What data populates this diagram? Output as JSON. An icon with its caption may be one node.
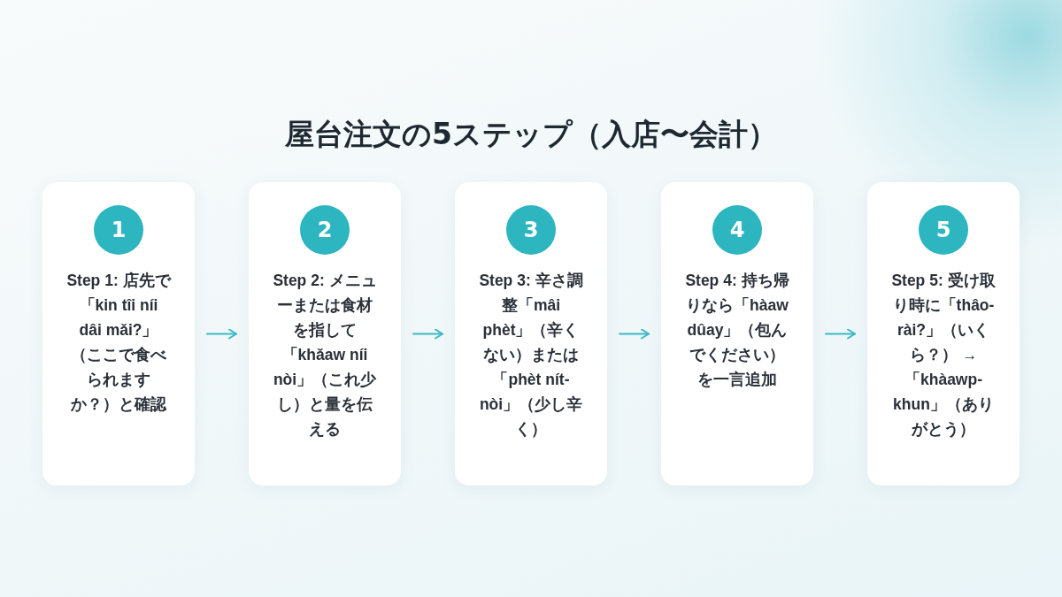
{
  "diagram": {
    "title": "屋台注文の5ステップ（入店〜会計）",
    "nodes": [
      {
        "text": [
          "Step 1: 店先で「kin tîi níi dâi mǎi?」（ここで食べられますか？）と確認"
        ]
      },
      {
        "text": [
          "1"
        ],
        "in": 0
      },
      {
        "text": [
          "Step 2: メニューまたは食材を指して「khǎaw níi nòi」（これ少し）と量を伝える"
        ]
      },
      {
        "text": [
          "2"
        ],
        "in": 2
      },
      {
        "text": [
          "Step 3: 辛さ調整「mâi phèt」（辛くない）または「phèt nít-nòi」（少し辛く）"
        ]
      },
      {
        "text": [
          "3"
        ],
        "in": 4
      },
      {
        "text": [
          "Step 4: 持ち帰りなら「hàaw dûay」（包んでください）を一言追加"
        ]
      },
      {
        "text": [
          "4"
        ],
        "in": 6
      },
      {
        "text": [
          "Step 5: 受け取り時に「thâo-rài?」（いくら？） → 「khàawp-khun」（ありがとう）"
        ]
      },
      {
        "text": [
          "5"
        ],
        "in": 8
      }
    ],
    "edges": [
      {
        "from": 0,
        "to": 2,
        "arrow": "to"
      },
      {
        "from": 2,
        "to": 4,
        "arrow": "to"
      },
      {
        "from": 4,
        "to": 6,
        "arrow": "to"
      },
      {
        "from": 6,
        "to": 8,
        "arrow": "to"
      }
    ]
  }
}
